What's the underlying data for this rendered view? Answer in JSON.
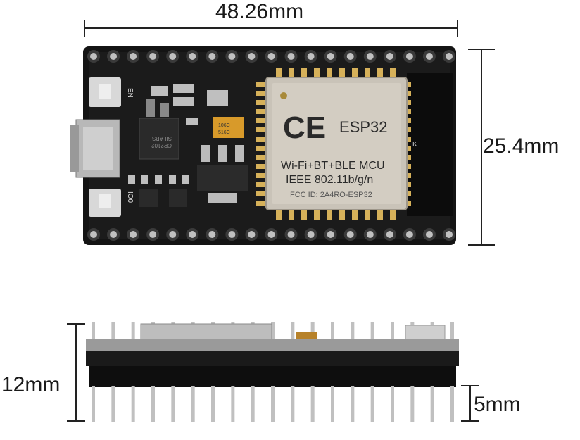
{
  "dimensions": {
    "width_label": "48.26mm",
    "height_label": "25.4mm",
    "thickness_label": "12mm",
    "pin_length_label": "5mm"
  },
  "module": {
    "ce_mark": "CE",
    "name": "ESP32",
    "line1": "Wi-Fi+BT+BLE MCU",
    "line2": "IEEE 802.11b/g/n",
    "fcc": "FCC ID: 2A4RO-ESP32"
  },
  "board": {
    "en_label": "EN",
    "boot_label": "IO0",
    "chip_label_1": "SILABS",
    "chip_label_2": "CP2102",
    "cap_label_1": "106C",
    "cap_label_2": "516C",
    "k_label": "K"
  },
  "colors": {
    "pcb": "#141414",
    "module_shield": "#c9c3b8",
    "pads": "#d6b15a",
    "pins": "#c0c0c0",
    "capacitor": "#d89a2a"
  }
}
